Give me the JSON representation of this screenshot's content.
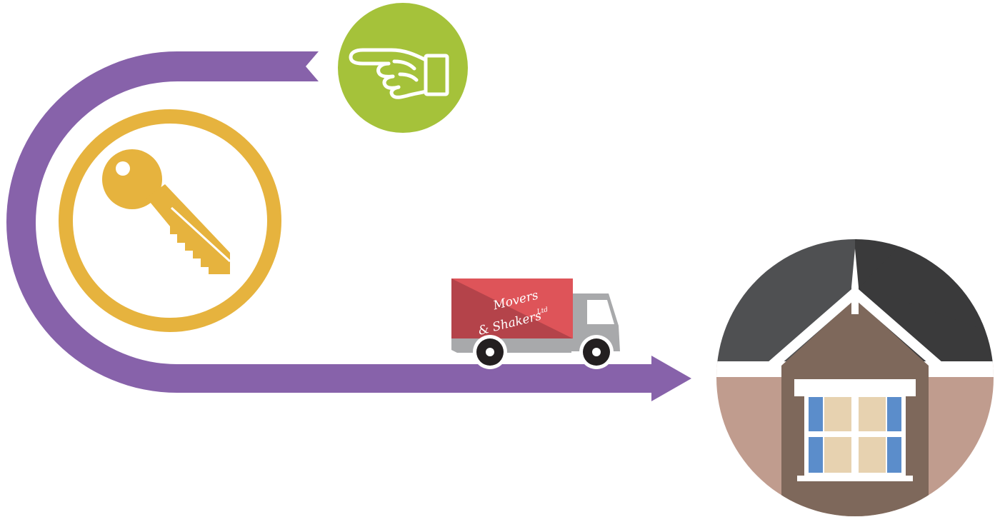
{
  "illustration": {
    "truck_company_line1": "Movers",
    "truck_company_line2": "& Shakers",
    "truck_company_suffix": "Ltd",
    "icons": [
      "pointing-hand-icon",
      "key-icon",
      "moving-truck-icon",
      "house-icon"
    ]
  },
  "colors": {
    "path": "#8762AA",
    "hand_circle": "#A5C23A",
    "key": "#E6B33E",
    "truck_box_light": "#DE5459",
    "truck_box_dark": "#B4434A",
    "truck_cab": "#A8A9AB",
    "roof_left": "#4F5052",
    "roof_right": "#3A3A3B",
    "gable": "#7E685B",
    "wall": "#C09C8E",
    "window_frame": "#FFFFFF",
    "window_glass": "#E7D2B0",
    "shutter": "#5B8DCB"
  }
}
